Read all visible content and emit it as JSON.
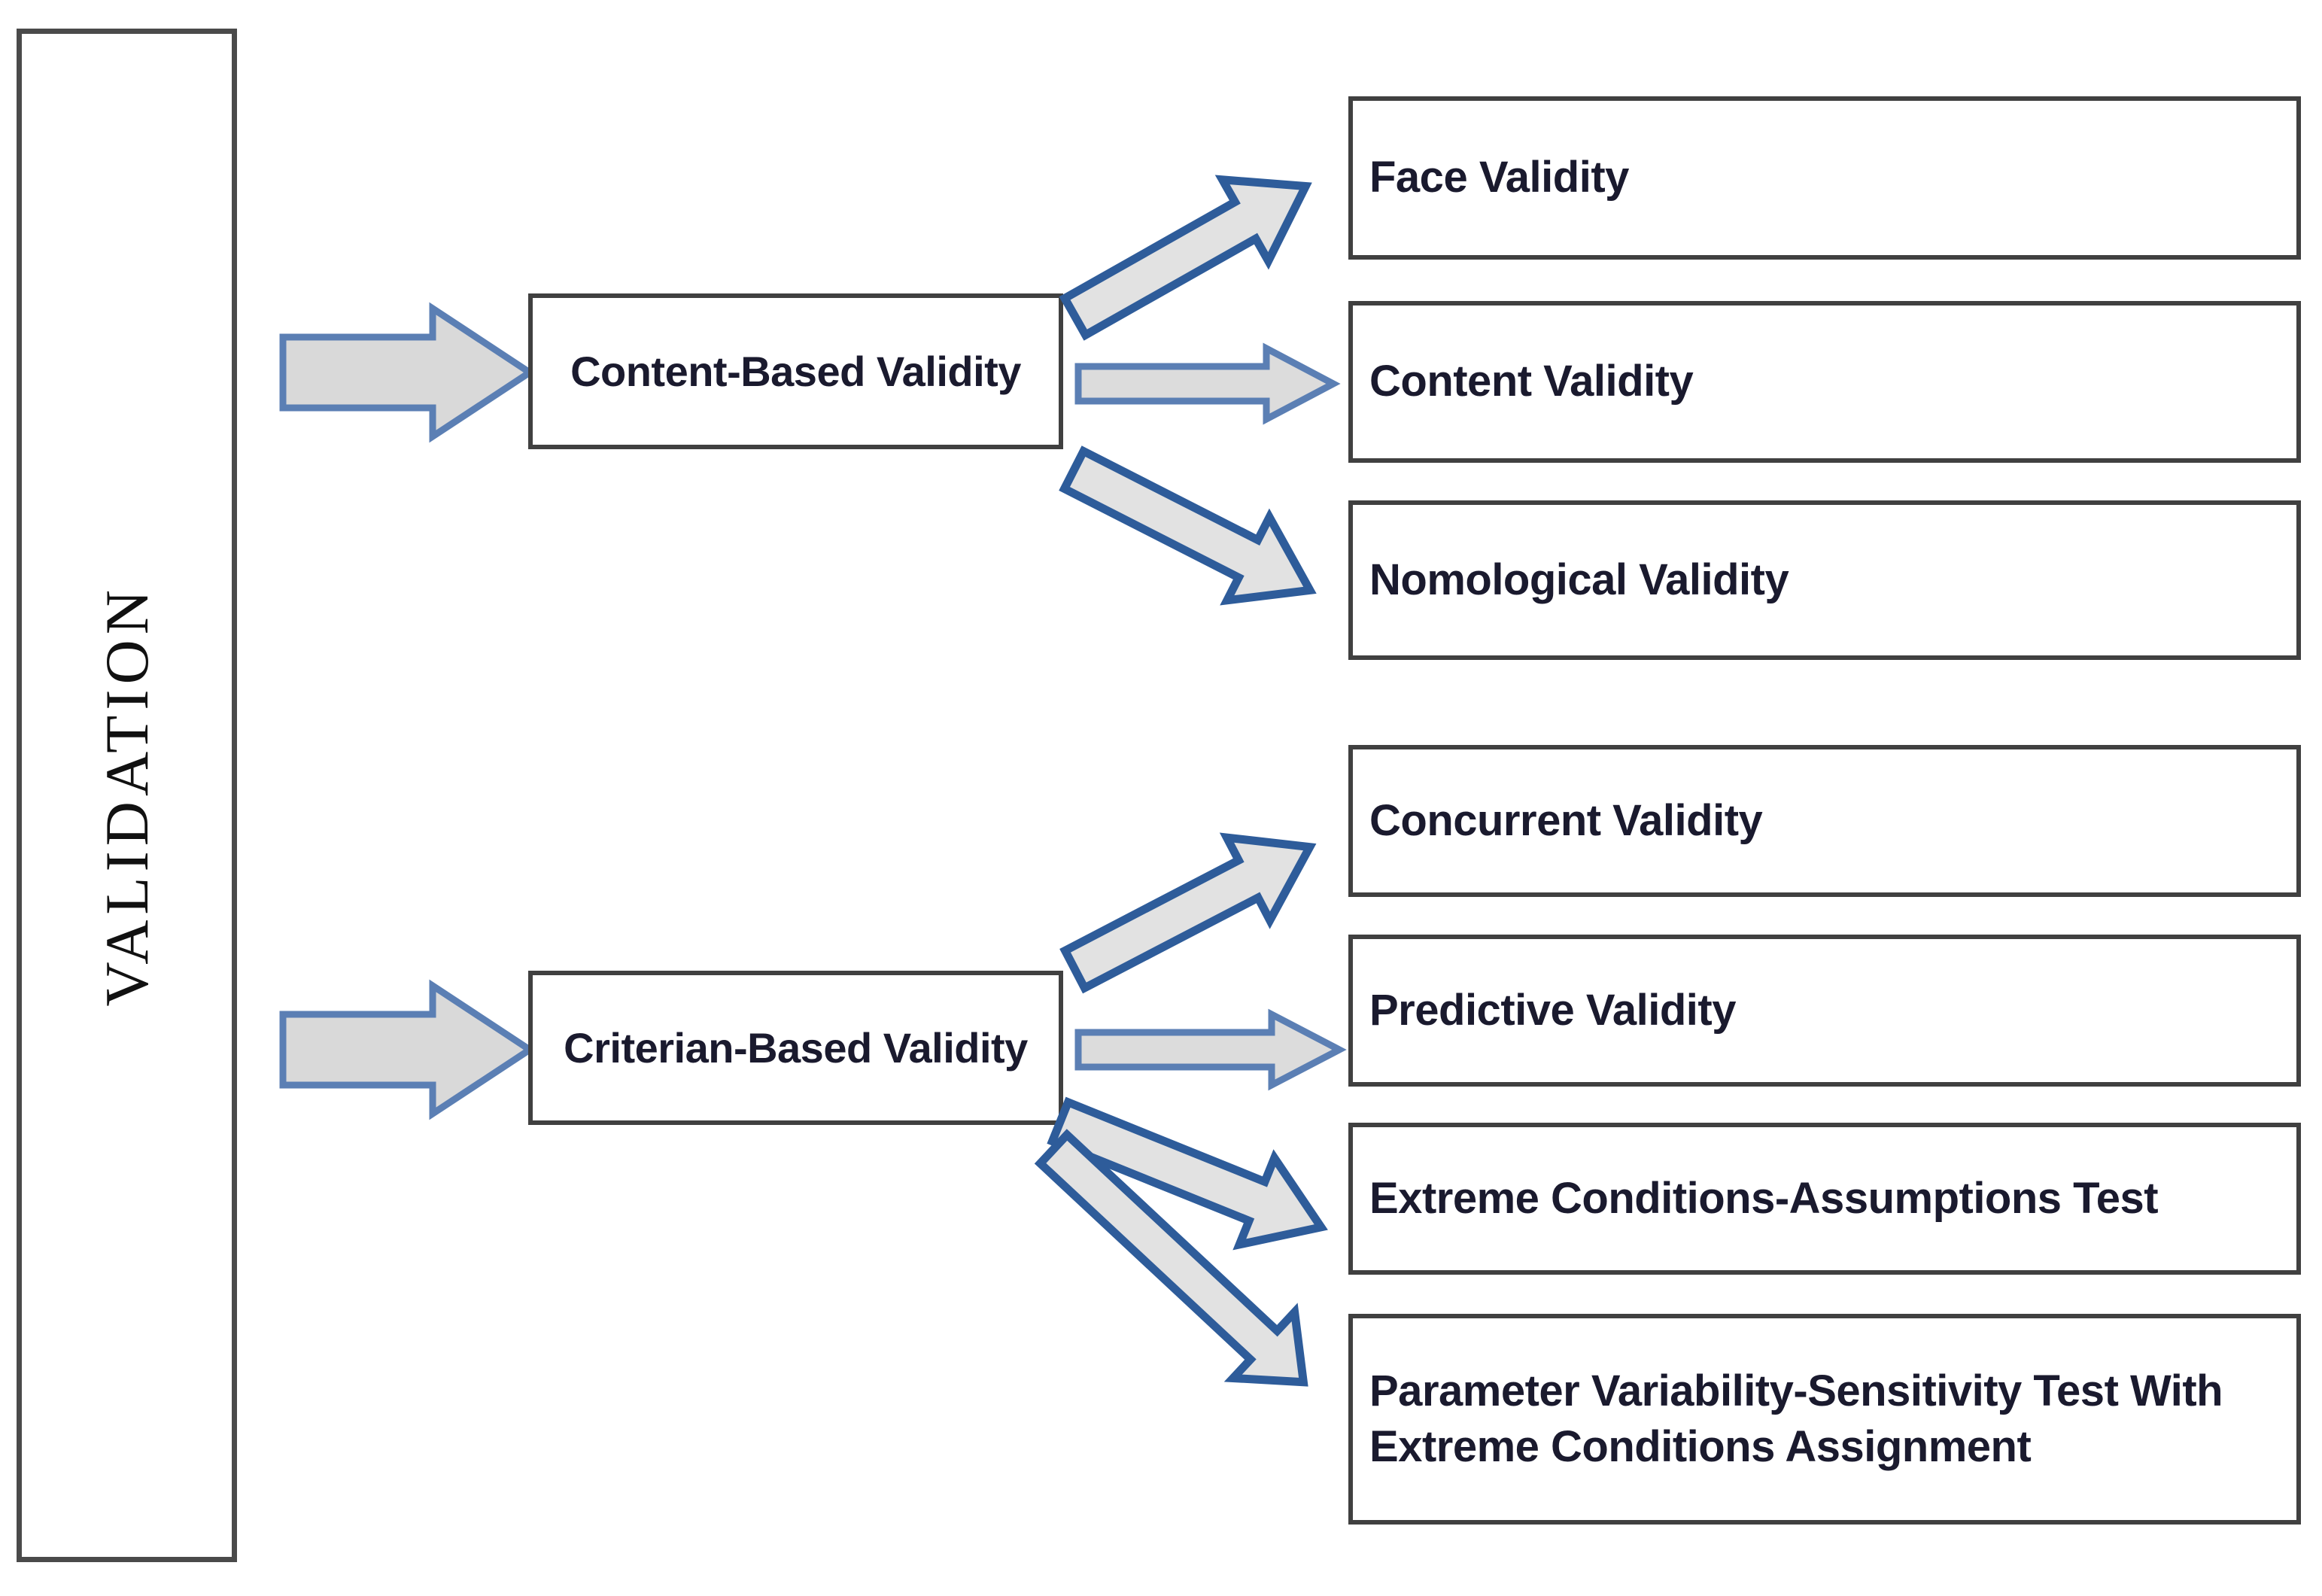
{
  "diagram": {
    "root": {
      "label": "VALIDATION",
      "orientation": "vertical-bottom-to-top"
    },
    "branches": [
      {
        "id": "content-based",
        "label": "Content-Based Validity",
        "children": [
          {
            "id": "face-validity",
            "label": "Face Validity",
            "arrow": "diagonal-up"
          },
          {
            "id": "content-validity",
            "label": "Content Validity",
            "arrow": "horizontal-thin"
          },
          {
            "id": "nomological-validity",
            "label": "Nomological Validity",
            "arrow": "diagonal-down"
          }
        ]
      },
      {
        "id": "criterian-based",
        "label": "Criterian-Based Validity",
        "children": [
          {
            "id": "concurrent-validity",
            "label": "Concurrent Validity",
            "arrow": "diagonal-up"
          },
          {
            "id": "predictive-validity",
            "label": "Predictive Validity",
            "arrow": "horizontal-thin"
          },
          {
            "id": "extreme-conditions",
            "label": "Extreme Conditions-Assumptions Test",
            "arrow": "diagonal-down"
          },
          {
            "id": "parameter-variability",
            "label": "Parameter Variability-Sensitivity Test With\nExtreme Conditions Assignment",
            "arrow": "diagonal-down-steep"
          }
        ]
      }
    ],
    "root_arrows": [
      {
        "id": "root-to-content",
        "direction": "right"
      },
      {
        "id": "root-to-criterian",
        "direction": "right"
      }
    ],
    "colors": {
      "box_border": "#404040",
      "box_fill": "#FFFFFF",
      "arrow_fill": "#D9D9D9",
      "arrow_border_thick": "#2E5C9A",
      "arrow_border_thin": "#5B7FB4",
      "text": "#1A1A2E"
    }
  }
}
